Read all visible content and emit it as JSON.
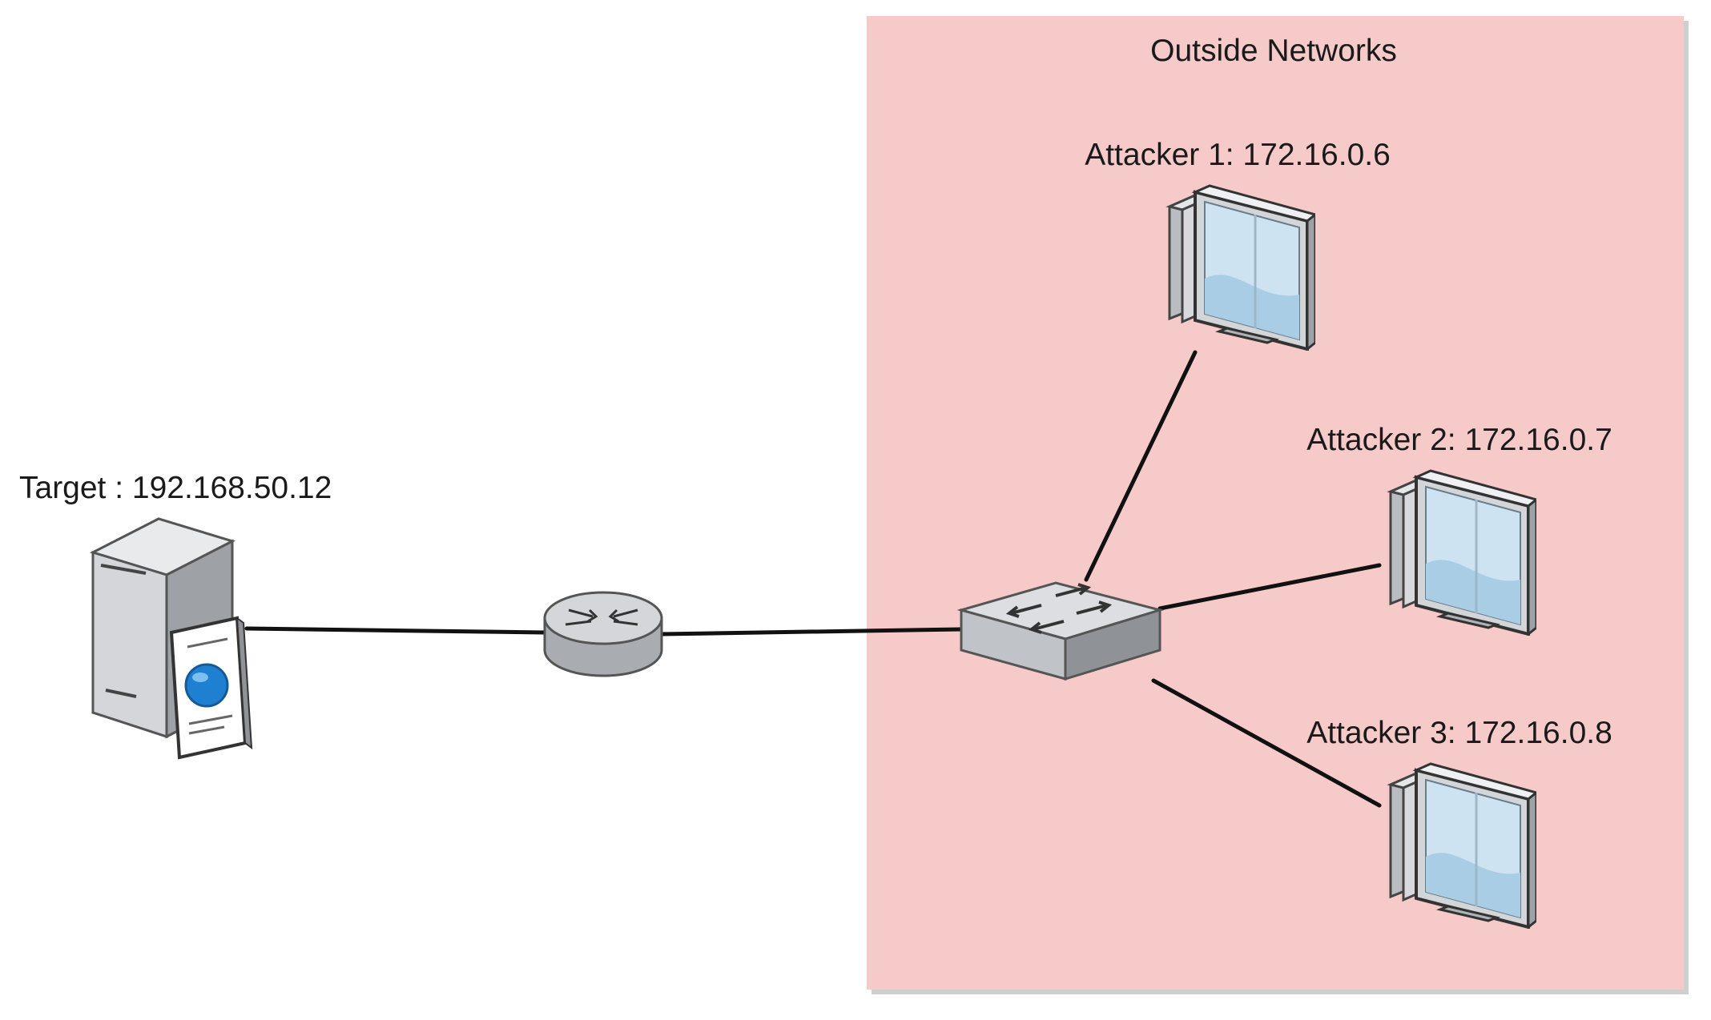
{
  "zone": {
    "title": "Outside Networks",
    "fill_color": "#f7caca",
    "shadow_color": "#c9c9c9"
  },
  "nodes": {
    "target": {
      "label": "Target : 192.168.50.12",
      "icon": "web-server-icon"
    },
    "router": {
      "label": "",
      "icon": "router-icon"
    },
    "switch": {
      "label": "",
      "icon": "switch-icon"
    },
    "attacker1": {
      "label": "Attacker 1: 172.16.0.6",
      "icon": "workstation-icon"
    },
    "attacker2": {
      "label": "Attacker 2: 172.16.0.7",
      "icon": "workstation-icon"
    },
    "attacker3": {
      "label": "Attacker 3: 172.16.0.8",
      "icon": "workstation-icon"
    }
  },
  "links": [
    {
      "from": "target",
      "to": "router"
    },
    {
      "from": "router",
      "to": "switch"
    },
    {
      "from": "switch",
      "to": "attacker1"
    },
    {
      "from": "switch",
      "to": "attacker2"
    },
    {
      "from": "switch",
      "to": "attacker3"
    }
  ]
}
